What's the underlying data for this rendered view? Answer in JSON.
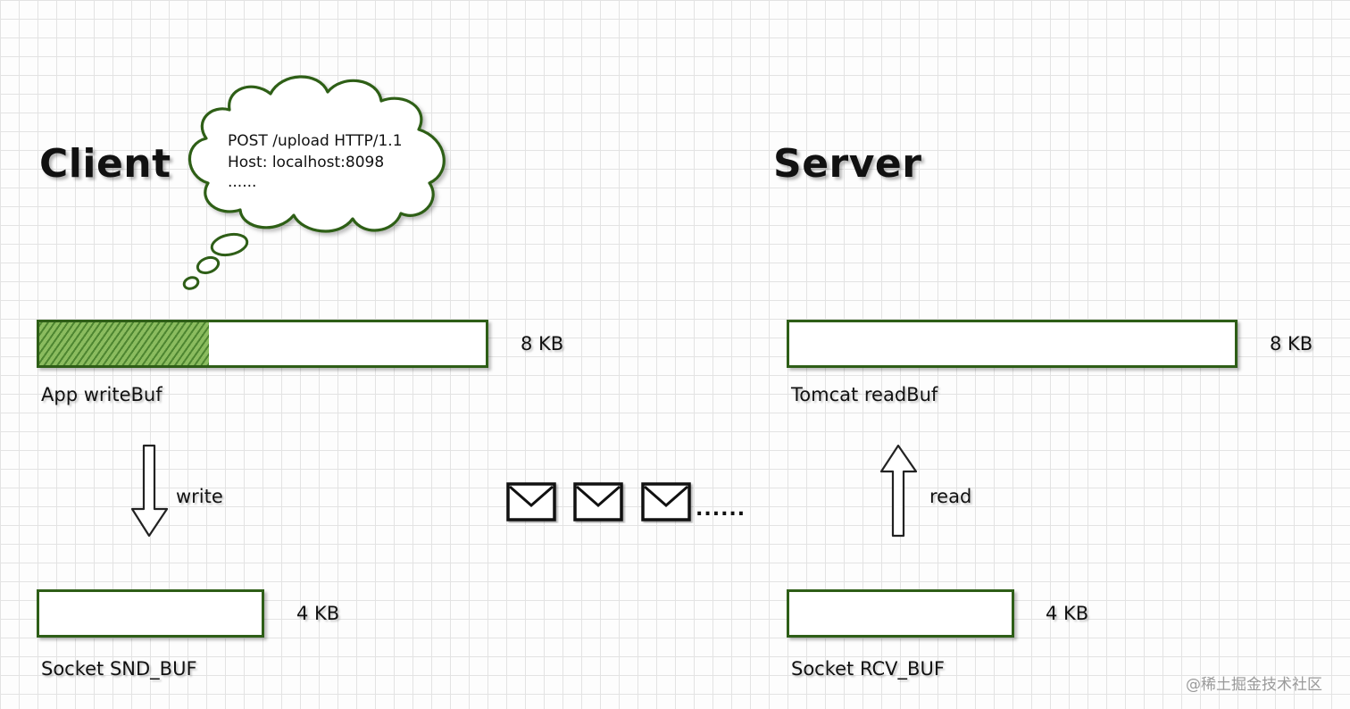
{
  "client": {
    "title": "Client",
    "app_buffer": {
      "label": "App writeBuf",
      "size": "8 KB",
      "fill_fraction": 0.38
    },
    "write_arrow_label": "write",
    "socket_buffer": {
      "label": "Socket SND_BUF",
      "size": "4 KB"
    },
    "thought_bubble": {
      "lines": [
        "POST /upload HTTP/1.1",
        "Host: localhost:8098",
        "......"
      ]
    }
  },
  "server": {
    "title": "Server",
    "app_buffer": {
      "label": "Tomcat readBuf",
      "size": "8 KB"
    },
    "read_arrow_label": "read",
    "socket_buffer": {
      "label": "Socket RCV_BUF",
      "size": "4 KB"
    }
  },
  "transfer": {
    "packet_icon": "envelope-icon",
    "packet_count": 3,
    "ellipsis": "......"
  },
  "watermark": "@稀土掘金技术社区",
  "colors": {
    "buffer_border": "#2e5e17",
    "buffer_fill": "#4a8a25",
    "cloud_stroke": "#2e5e17"
  }
}
